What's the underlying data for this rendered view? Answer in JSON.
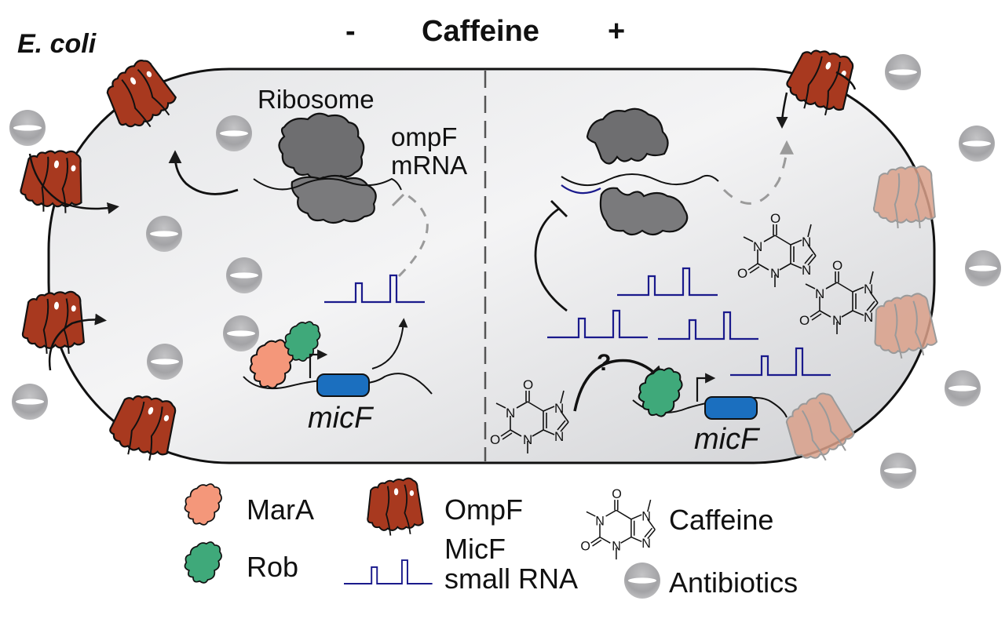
{
  "diagram": {
    "organism_label": "E. coli",
    "header": {
      "minus": "-",
      "title": "Caffeine",
      "plus": "+"
    },
    "left_panel": {
      "condition": "without caffeine",
      "ribosome_label": "Ribosome",
      "mrna_label_line1": "ompF",
      "mrna_label_line2": "mRNA",
      "gene_label": "micF"
    },
    "right_panel": {
      "condition": "with caffeine",
      "question_mark": "?",
      "gene_label": "micF",
      "caffeine_atoms": {
        "oxygen": "O",
        "nitrogen": "N"
      }
    },
    "legend": {
      "items": [
        {
          "key": "mara",
          "label": "MarA",
          "color": "#F4977A"
        },
        {
          "key": "ompf",
          "label": "OmpF",
          "color": "#A8391F"
        },
        {
          "key": "caffeine",
          "label": "Caffeine"
        },
        {
          "key": "rob",
          "label": "Rob",
          "color": "#3FA97A"
        },
        {
          "key": "micf",
          "label_line1": "MicF",
          "label_line2": "small RNA",
          "color": "#1A1A8C"
        },
        {
          "key": "antibiotics",
          "label": "Antibiotics",
          "color": "#9A9A9A"
        }
      ]
    },
    "colors": {
      "cell_fill": "#E3E4E6",
      "ompf": "#A8391F",
      "ompf_faded": "#D9A08A",
      "mara": "#F4977A",
      "rob": "#3FA97A",
      "ribosome": "#6E6E70",
      "micf_gene": "#1B6FBF",
      "micf_rna": "#1A1A8C",
      "antibiotic": "#9A9A9A",
      "inhibition_dashed": "#9A9A9A"
    }
  }
}
